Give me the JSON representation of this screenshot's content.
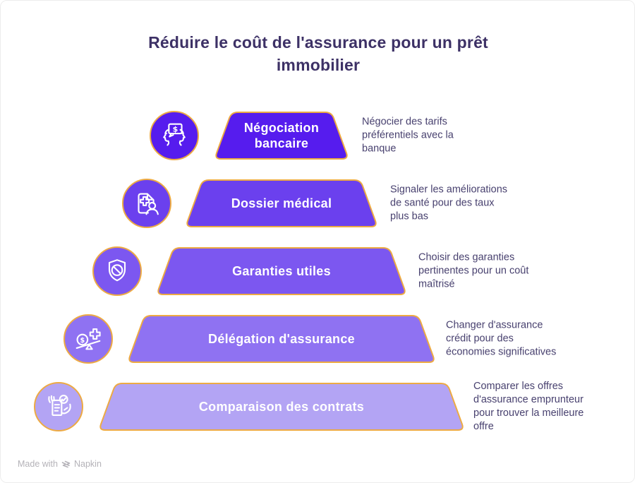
{
  "title": "Réduire le coût de l'assurance pour un prêt immobilier",
  "colors": {
    "accent_border": "#edaa43",
    "title_text": "#3d3166",
    "description_text": "#48416f",
    "band_label_text": "#ffffff",
    "footer_text": "#b4b2b8"
  },
  "levels": [
    {
      "label": "Négociation bancaire",
      "description": "Négocier des tarifs préférentiels avec la banque",
      "color": "#561cee",
      "icon": "negotiation-icon"
    },
    {
      "label": "Dossier médical",
      "description": "Signaler les améliorations de santé pour des taux plus bas",
      "color": "#6b40ee",
      "icon": "medical-file-icon"
    },
    {
      "label": "Garanties utiles",
      "description": "Choisir des garanties pertinentes pour un coût maîtrisé",
      "color": "#7c57f0",
      "icon": "shield-icon"
    },
    {
      "label": "Délégation d'assurance",
      "description": "Changer d'assurance crédit pour des économies significatives",
      "color": "#8f72f2",
      "icon": "balance-icon"
    },
    {
      "label": "Comparaison des contrats",
      "description": "Comparer les offres d'assurance emprunteur pour trouver la meilleure offre",
      "color": "#b3a4f4",
      "icon": "contract-check-icon"
    }
  ],
  "footer": {
    "made_with": "Made with",
    "brand": "Napkin"
  }
}
